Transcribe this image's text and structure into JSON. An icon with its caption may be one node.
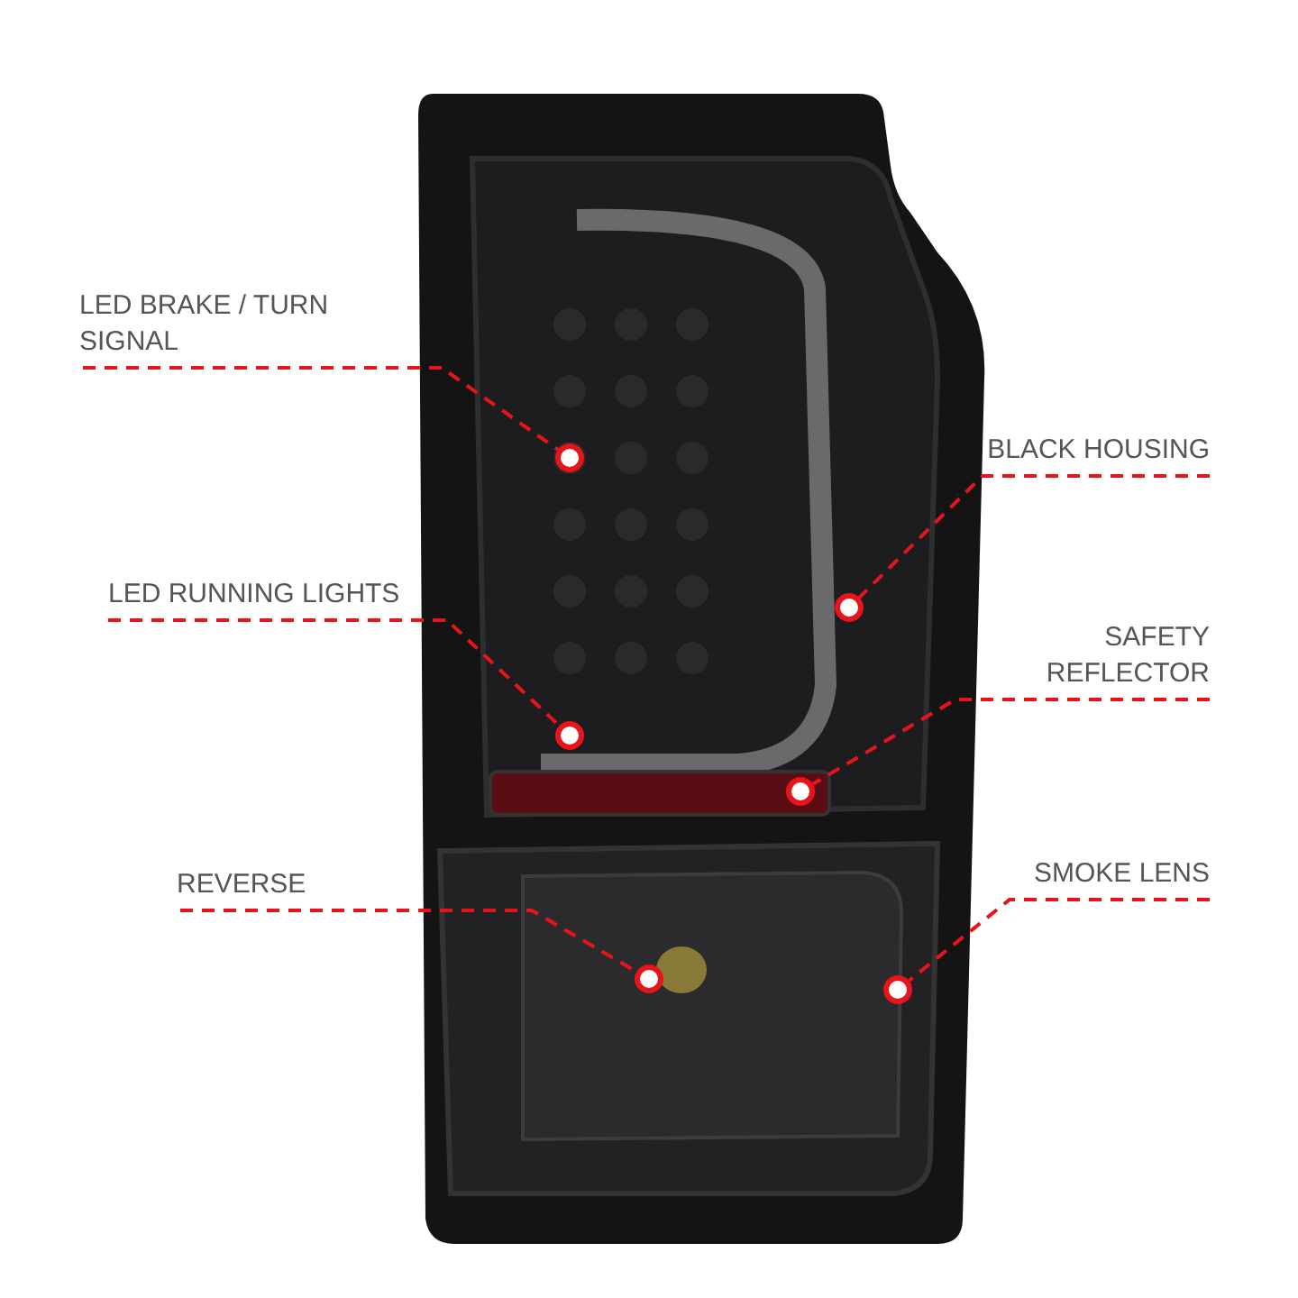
{
  "diagram": {
    "nodes": [
      {
        "text": [
          "LED BRAKE / TURN SIGNAL"
        ]
      },
      {
        "text": [
          "BLACK HOUSING"
        ]
      },
      {
        "text": [
          "LED RUNNING LIGHTS"
        ]
      },
      {
        "text": [
          "SAFETY REFLECTOR"
        ]
      },
      {
        "text": [
          "REVERSE"
        ]
      },
      {
        "text": [
          "SMOKE LENS"
        ]
      },
      {
        "text": [],
        "shape": "circle"
      },
      {
        "text": [],
        "shape": "circle"
      },
      {
        "text": [],
        "shape": "circle"
      },
      {
        "text": [],
        "shape": "circle"
      },
      {
        "text": [],
        "shape": "circle"
      },
      {
        "text": [],
        "shape": "circle"
      }
    ],
    "edges": [
      {
        "from": 0,
        "to": 6,
        "arrow": "none",
        "style": "dashed"
      },
      {
        "from": 1,
        "to": 7,
        "arrow": "none",
        "style": "dashed"
      },
      {
        "from": 2,
        "to": 8,
        "arrow": "none",
        "style": "dashed"
      },
      {
        "from": 3,
        "to": 9,
        "arrow": "none",
        "style": "dashed"
      },
      {
        "from": 4,
        "to": 10,
        "arrow": "none",
        "style": "dashed"
      },
      {
        "from": 5,
        "to": 11,
        "arrow": "none",
        "style": "dashed"
      }
    ]
  }
}
